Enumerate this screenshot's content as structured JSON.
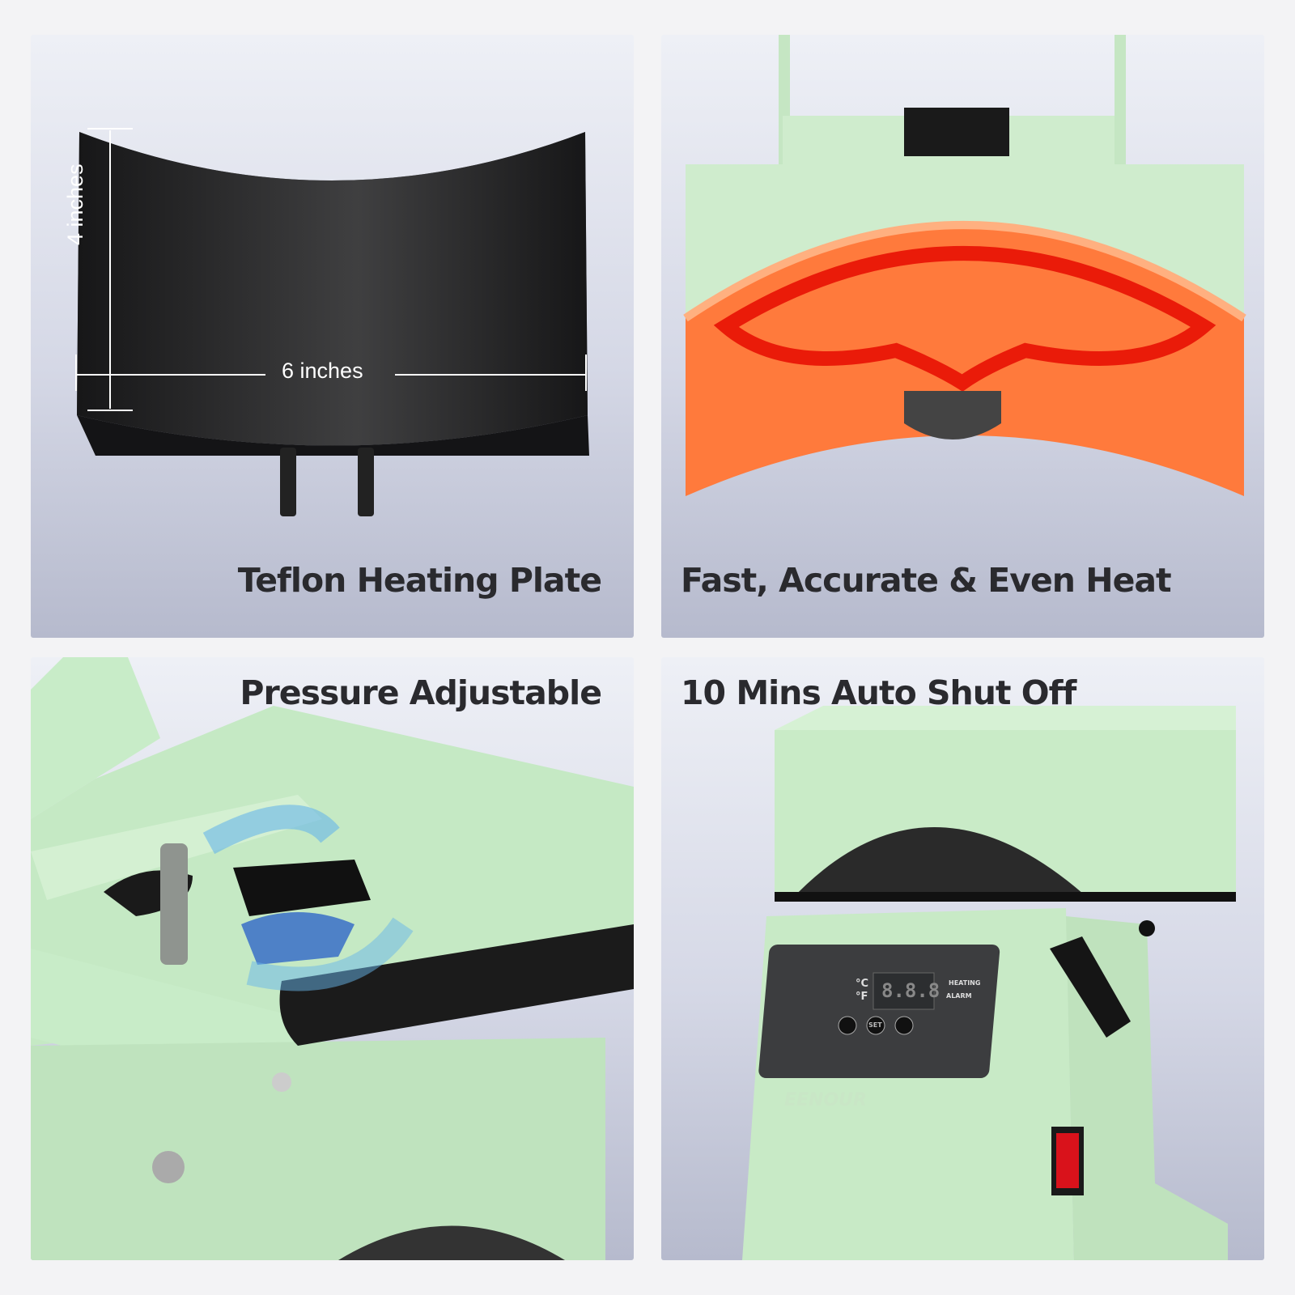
{
  "panels": [
    {
      "caption": "Teflon Heating Plate",
      "height_label": "4 inches",
      "width_label": "6 inches"
    },
    {
      "caption": "Fast, Accurate & Even Heat"
    },
    {
      "caption": "Pressure Adjustable"
    },
    {
      "caption": "10 Mins Auto Shut Off",
      "control_panel": {
        "unit_c": "°C",
        "unit_f": "°F",
        "display": "8.8.8",
        "heating_label": "HEATING",
        "alarm_label": "ALARM",
        "set_label": "SET"
      },
      "brand": "EENOUR"
    }
  ],
  "colors": {
    "machine_green": "#c8ecc8",
    "background": "#f3f3f5",
    "caption_text": "#2a2a2e"
  }
}
